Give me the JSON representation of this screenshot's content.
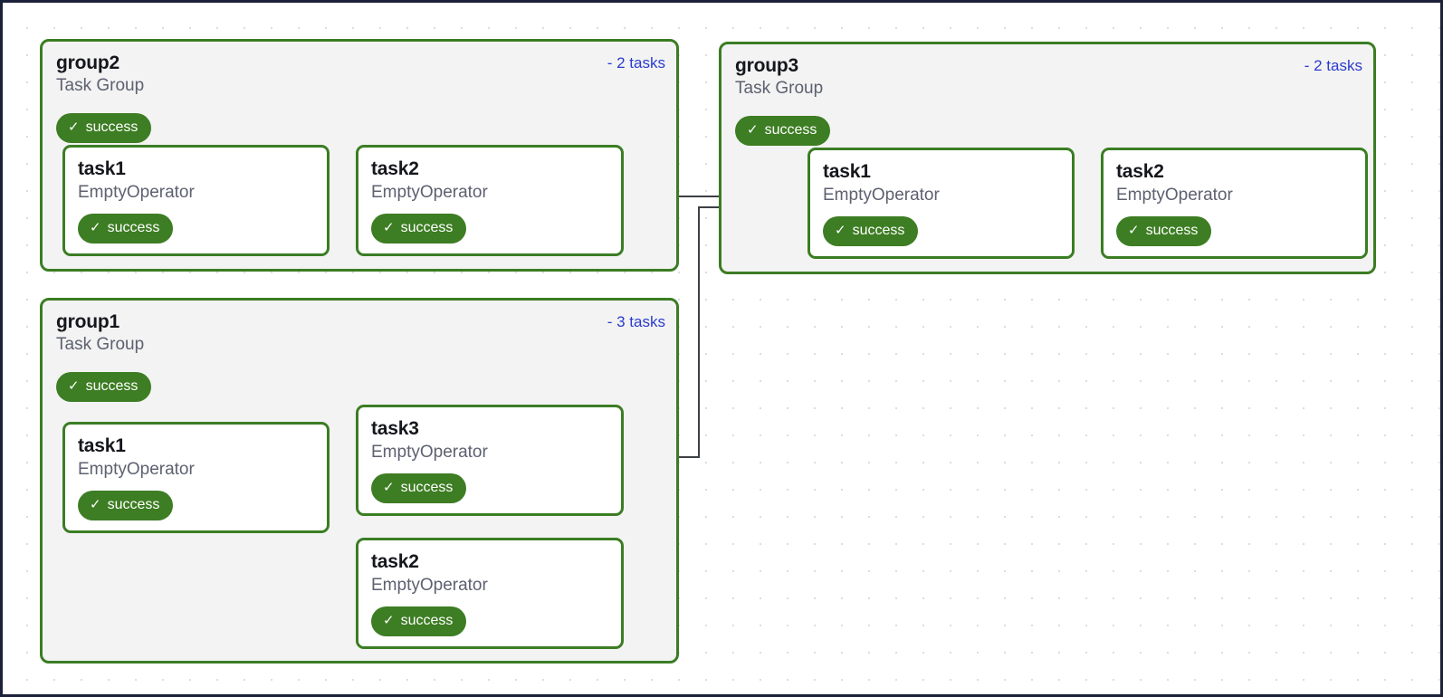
{
  "view": {
    "name": "airflow-dag-graph",
    "background": "#ffffff",
    "grid_dot_color": "#d0d0d8",
    "border_color": "#1b2138"
  },
  "colors": {
    "group_border": "#3b7d23",
    "group_fill": "#f3f3f3",
    "node_border": "#3b7d23",
    "node_fill": "#ffffff",
    "success_badge": "#3d7d23",
    "link_blue": "#2b3bcf",
    "edge": "#3c3f44",
    "title_text": "#16171c",
    "subtitle_text": "#5d6170"
  },
  "groups": [
    {
      "id": "group2",
      "title": "group2",
      "subtitle": "Task Group",
      "status": "success",
      "status_icon": "check-icon",
      "tasks_label": "- 2 tasks",
      "task_count": 2,
      "tasks": [
        {
          "id": "group2-task1",
          "title": "task1",
          "operator": "EmptyOperator",
          "status": "success",
          "status_icon": "check-icon"
        },
        {
          "id": "group2-task2",
          "title": "task2",
          "operator": "EmptyOperator",
          "status": "success",
          "status_icon": "check-icon"
        }
      ]
    },
    {
      "id": "group3",
      "title": "group3",
      "subtitle": "Task Group",
      "status": "success",
      "status_icon": "check-icon",
      "tasks_label": "- 2 tasks",
      "task_count": 2,
      "tasks": [
        {
          "id": "group3-task1",
          "title": "task1",
          "operator": "EmptyOperator",
          "status": "success",
          "status_icon": "check-icon"
        },
        {
          "id": "group3-task2",
          "title": "task2",
          "operator": "EmptyOperator",
          "status": "success",
          "status_icon": "check-icon"
        }
      ]
    },
    {
      "id": "group1",
      "title": "group1",
      "subtitle": "Task Group",
      "status": "success",
      "status_icon": "check-icon",
      "tasks_label": "- 3 tasks",
      "task_count": 3,
      "tasks": [
        {
          "id": "group1-task1",
          "title": "task1",
          "operator": "EmptyOperator",
          "status": "success",
          "status_icon": "check-icon"
        },
        {
          "id": "group1-task3",
          "title": "task3",
          "operator": "EmptyOperator",
          "status": "success",
          "status_icon": "check-icon"
        },
        {
          "id": "group1-task2",
          "title": "task2",
          "operator": "EmptyOperator",
          "status": "success",
          "status_icon": "check-icon"
        }
      ]
    }
  ],
  "icons": {
    "check": "✓"
  }
}
